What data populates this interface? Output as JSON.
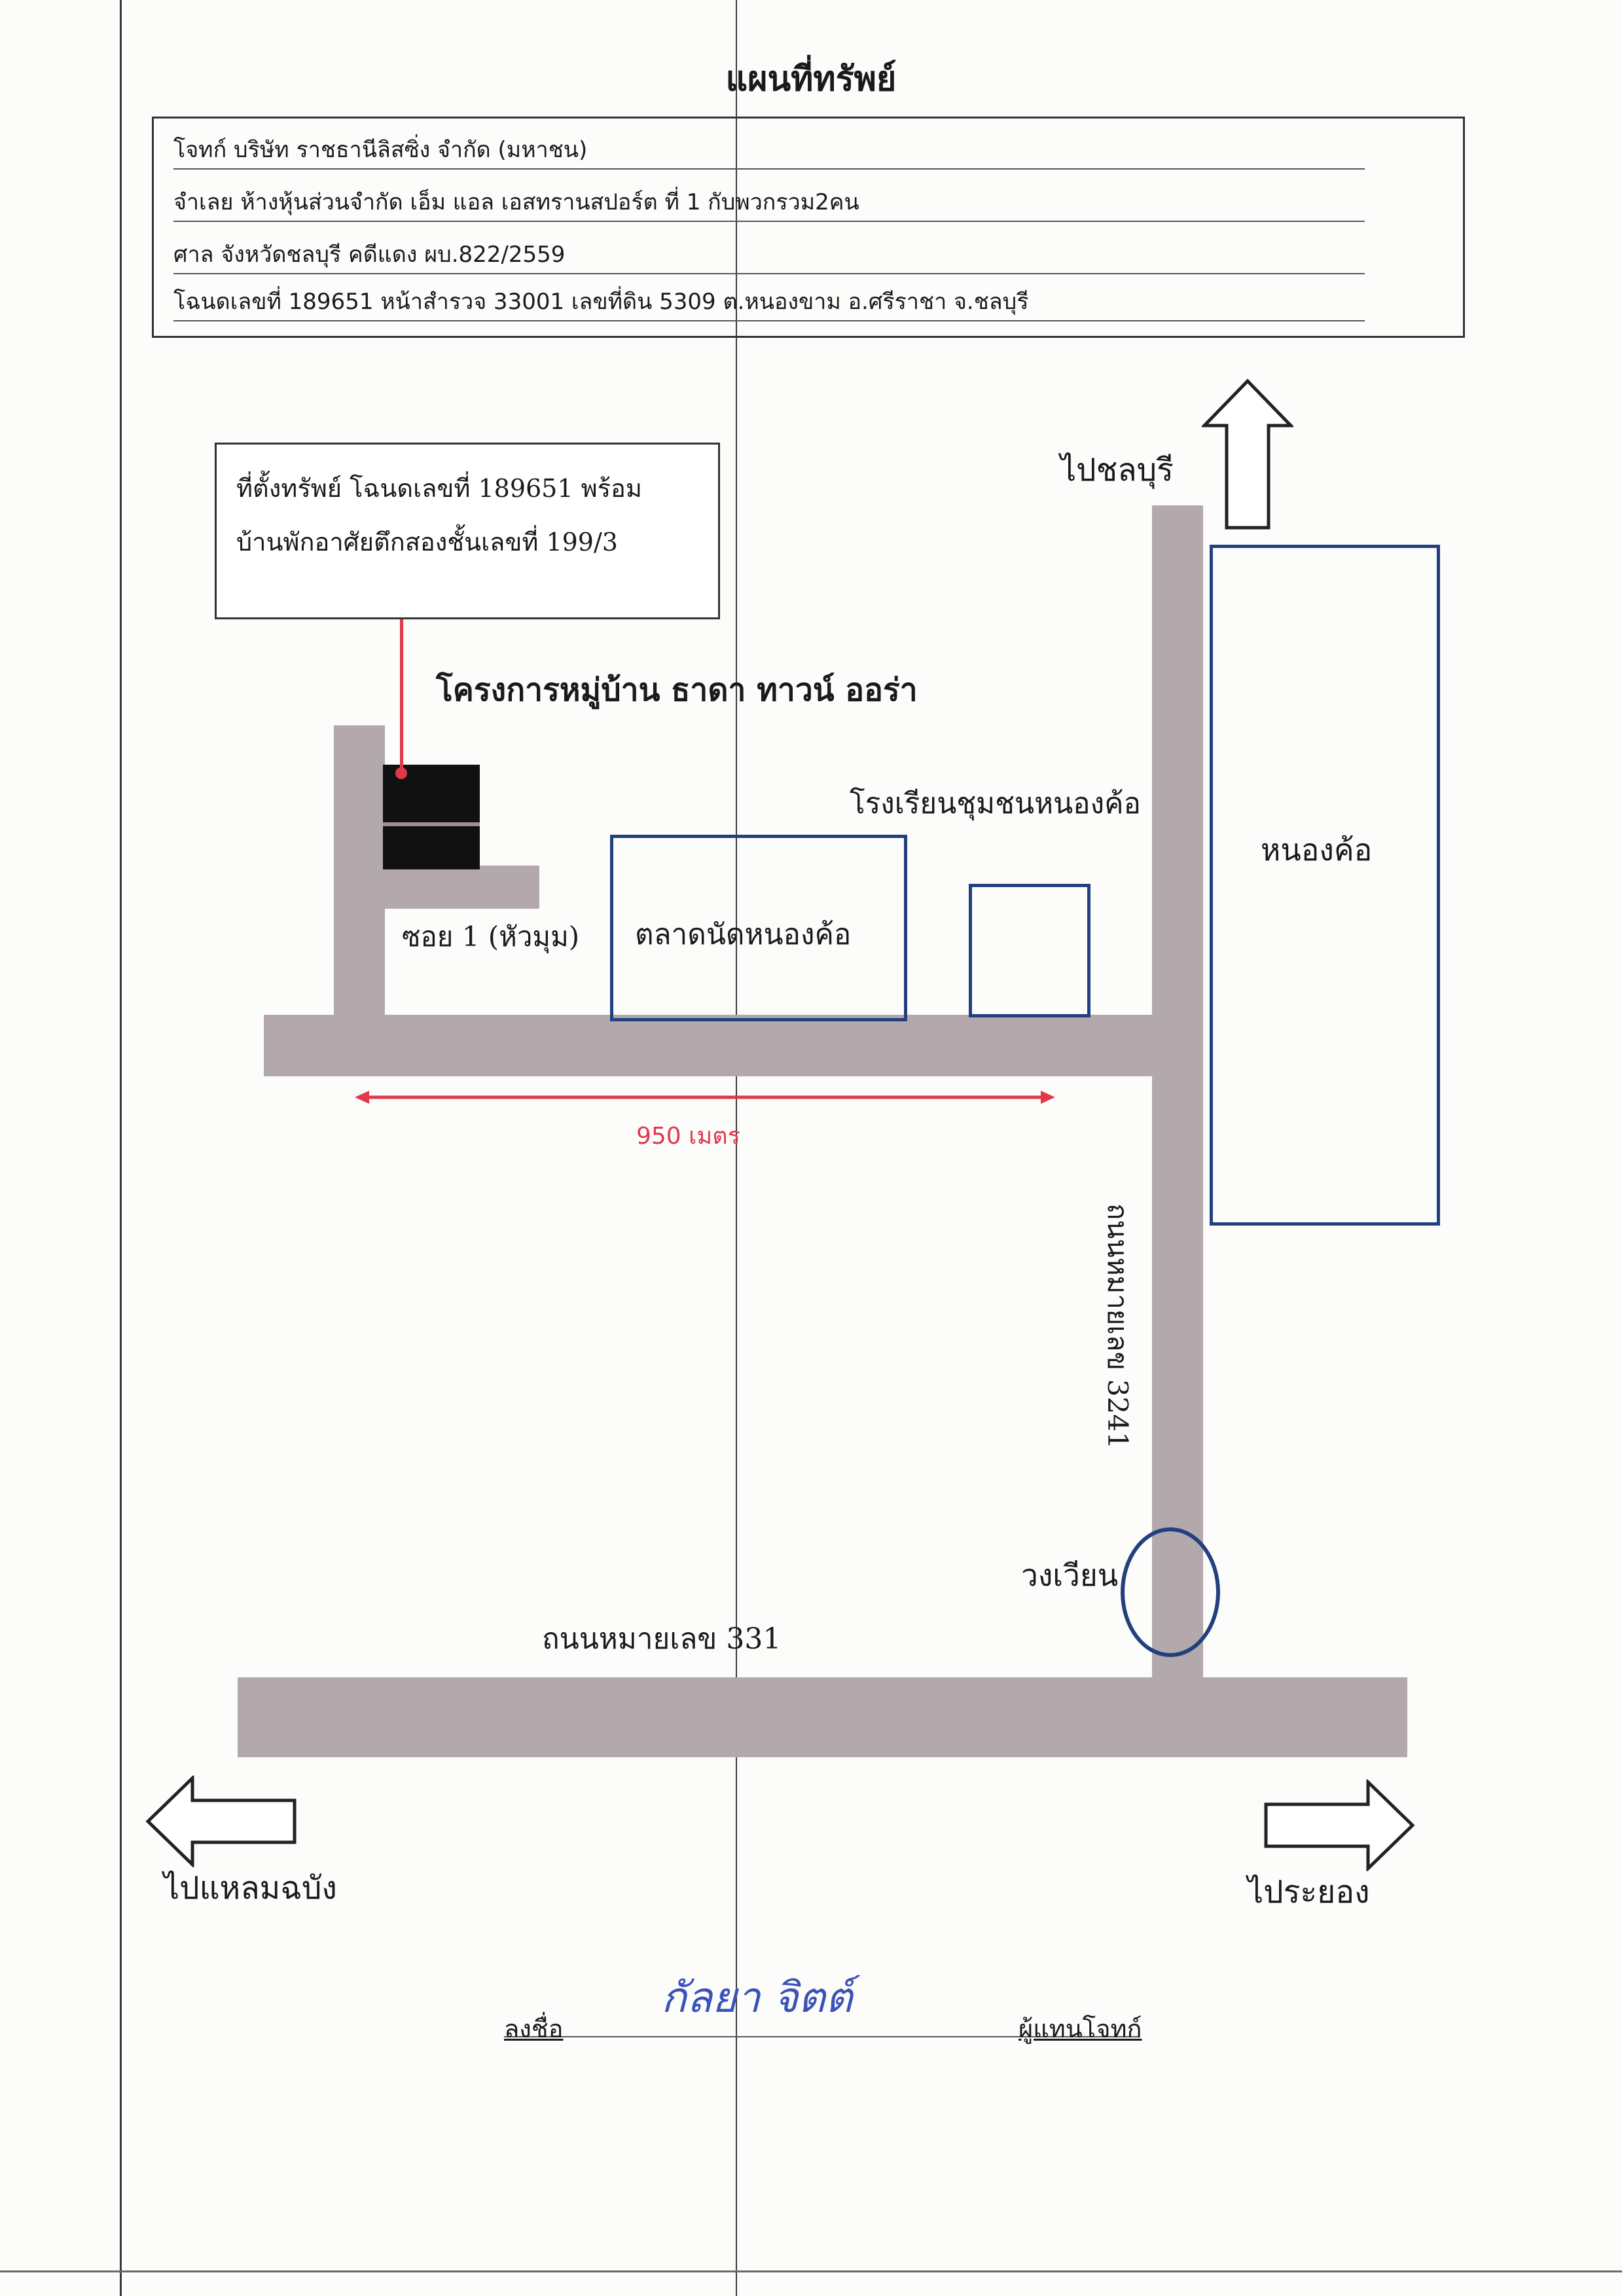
{
  "title": "แผนที่ทรัพย์",
  "header": {
    "plaintiff": "โจทก์   บริษัท ราชธานีลิสซิ่ง  จำกัด  (มหาชน)",
    "defendant": "จำเลย  ห้างหุ้นส่วนจำกัด เอ็ม แอล เอสทรานสปอร์ต ที่ 1 กับพวกรวม2คน",
    "court": "ศาล  จังหวัดชลบุรี   คดีแดง ผบ.822/2559",
    "deed": "โฉนดเลขที่ 189651  หน้าสำรวจ 33001 เลขที่ดิน 5309   ต.หนองขาม   อ.ศรีราชา  จ.ชลบุรี"
  },
  "callout": {
    "line1": "ที่ตั้งทรัพย์ โฉนดเลขที่ 189651 พร้อม",
    "line2": "บ้านพักอาศัยตึกสองชั้นเลขที่ 199/3"
  },
  "map": {
    "project": "โครงการหมู่บ้าน ธาดา ทาวน์ ออร่า",
    "to_chonburi": "ไปชลบุรี",
    "school": "โรงเรียนชุมชนหนองค้อ",
    "nong_kho": "หนองค้อ",
    "market": "ตลาดนัดหนองค้อ",
    "soi": "ซอย 1 (หัวมุม)",
    "distance": "950  เมตร",
    "road_3241": "ถนนหมายเลข 3241",
    "roundabout": "วงเวียน",
    "road_331": "ถนนหมายเลข 331",
    "to_laem_chabang": "ไปแหลมฉบัง",
    "to_rayong": "ไประยอง"
  },
  "signature": {
    "sign_label": "ลงชื่อ",
    "signed_name": "กัลยา จิตต์",
    "role": "ผู้แทนโจทก์"
  },
  "colors": {
    "road": "#b3a9ac",
    "box_border": "#23407e",
    "pointer": "#e0394a",
    "property": "#111111"
  }
}
